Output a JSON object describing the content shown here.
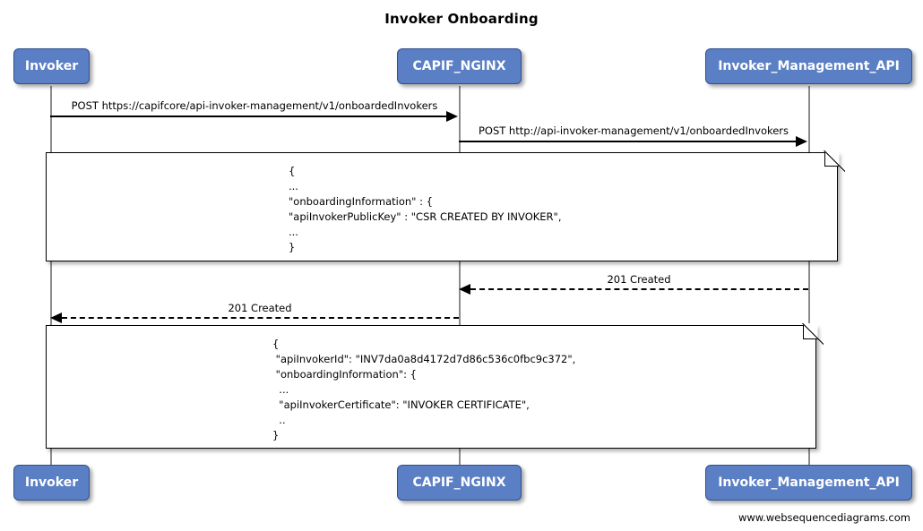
{
  "diagram": {
    "title": "Invoker Onboarding",
    "type": "sequence-diagram",
    "footer_credit": "www.websequencediagrams.com",
    "colors": {
      "participant_fill": "#5b7fc4",
      "participant_border": "#2f4f8f",
      "participant_text": "#ffffff",
      "lifeline": "#8c8c8c",
      "arrow": "#000000",
      "note_fill": "#ffffff",
      "note_border": "#000000",
      "background": "#ffffff"
    }
  },
  "participants": [
    {
      "id": "invoker",
      "label": "Invoker"
    },
    {
      "id": "capif_nginx",
      "label": "CAPIF_NGINX"
    },
    {
      "id": "invoker_management_api",
      "label": "Invoker_Management_API"
    }
  ],
  "messages": [
    {
      "id": "msg1",
      "label": "POST https://capifcore/api-invoker-management/v1/onboardedInvokers",
      "from": "invoker",
      "to": "capif_nginx",
      "style": "solid",
      "direction": "right"
    },
    {
      "id": "msg2",
      "label": "POST http://api-invoker-management/v1/onboardedInvokers",
      "from": "capif_nginx",
      "to": "invoker_management_api",
      "style": "solid",
      "direction": "right"
    },
    {
      "id": "msg3",
      "label": "201 Created",
      "from": "invoker_management_api",
      "to": "capif_nginx",
      "style": "dashed",
      "direction": "left"
    },
    {
      "id": "msg4",
      "label": "201 Created",
      "from": "capif_nginx",
      "to": "invoker",
      "style": "dashed",
      "direction": "left"
    }
  ],
  "notes": [
    {
      "id": "note1",
      "text": "{\n...\n\"onboardingInformation\" : {\n\"apiInvokerPublicKey\" : \"CSR CREATED BY INVOKER\",\n...\n}"
    },
    {
      "id": "note2",
      "text": "{\n \"apiInvokerId\": \"INV7da0a8d4172d7d86c536c0fbc9c372\",\n \"onboardingInformation\": {\n  ...\n  \"apiInvokerCertificate\": \"INVOKER CERTIFICATE\",\n  ..\n}"
    }
  ]
}
